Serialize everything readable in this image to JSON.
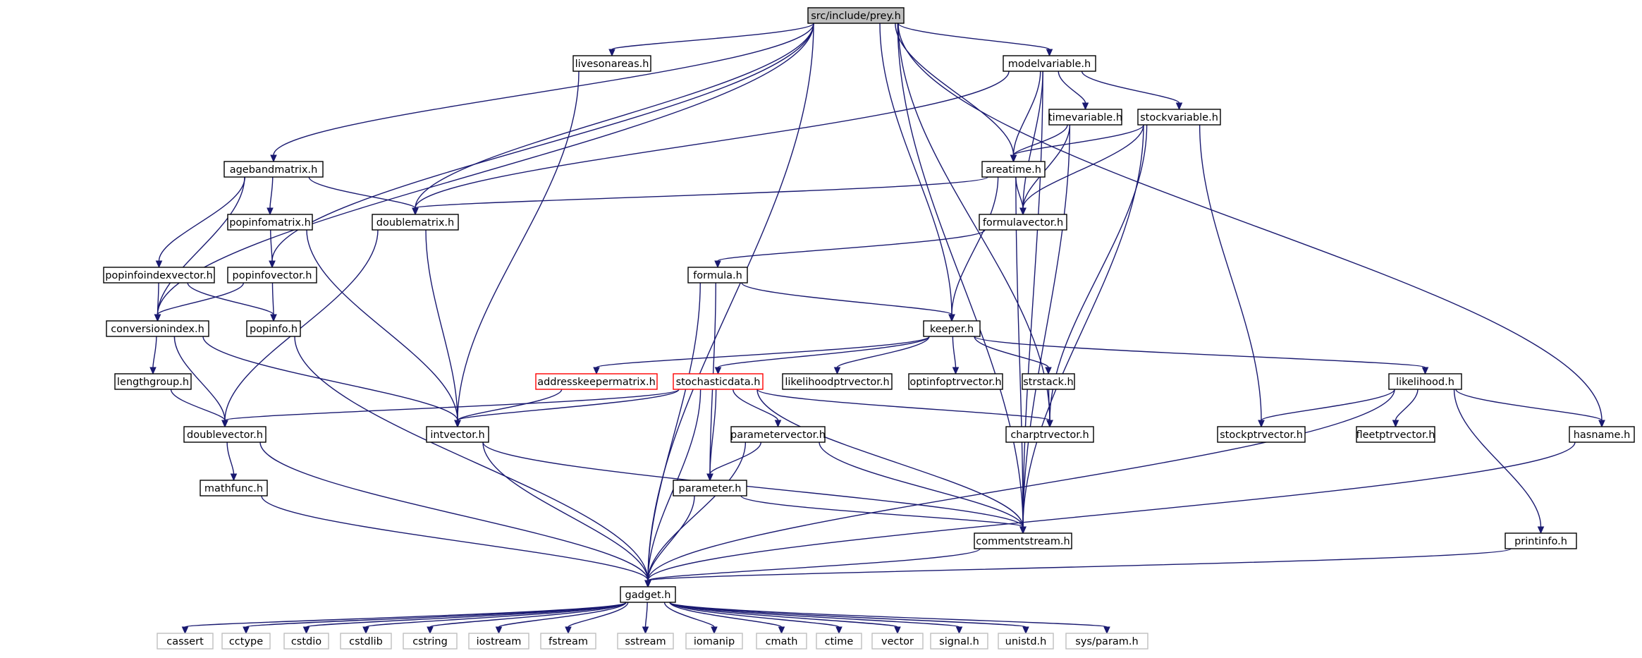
{
  "colors": {
    "edge": "#191970",
    "node_border": "#000000",
    "root_fill": "#bfbfbf",
    "truncated_border": "#ff0000",
    "system_border": "#bfbfbf",
    "text": "#000000"
  },
  "nodes": [
    {
      "id": "prey",
      "label": "src/include/prey.h",
      "style": "root"
    },
    {
      "id": "livesonareas",
      "label": "livesonareas.h",
      "style": "normal"
    },
    {
      "id": "modelvariable",
      "label": "modelvariable.h",
      "style": "normal"
    },
    {
      "id": "agebandmatrix",
      "label": "agebandmatrix.h",
      "style": "normal"
    },
    {
      "id": "timevariable",
      "label": "timevariable.h",
      "style": "normal"
    },
    {
      "id": "stockvariable",
      "label": "stockvariable.h",
      "style": "normal"
    },
    {
      "id": "areatime",
      "label": "areatime.h",
      "style": "normal"
    },
    {
      "id": "popinfomatrix",
      "label": "popinfomatrix.h",
      "style": "normal"
    },
    {
      "id": "doublematrix",
      "label": "doublematrix.h",
      "style": "normal"
    },
    {
      "id": "formulavector",
      "label": "formulavector.h",
      "style": "normal"
    },
    {
      "id": "popinfoindexvector",
      "label": "popinfoindexvector.h",
      "style": "normal"
    },
    {
      "id": "popinfovector",
      "label": "popinfovector.h",
      "style": "normal"
    },
    {
      "id": "formula",
      "label": "formula.h",
      "style": "normal"
    },
    {
      "id": "conversionindex",
      "label": "conversionindex.h",
      "style": "normal"
    },
    {
      "id": "popinfo",
      "label": "popinfo.h",
      "style": "normal"
    },
    {
      "id": "keeper",
      "label": "keeper.h",
      "style": "normal"
    },
    {
      "id": "lengthgroup",
      "label": "lengthgroup.h",
      "style": "normal"
    },
    {
      "id": "addresskeepermatrix",
      "label": "addresskeepermatrix.h",
      "style": "truncated"
    },
    {
      "id": "stochasticdata",
      "label": "stochasticdata.h",
      "style": "truncated"
    },
    {
      "id": "likelihoodptrvector",
      "label": "likelihoodptrvector.h",
      "style": "normal"
    },
    {
      "id": "optinfoptrvector",
      "label": "optinfoptrvector.h",
      "style": "normal"
    },
    {
      "id": "strstack",
      "label": "strstack.h",
      "style": "normal"
    },
    {
      "id": "likelihood",
      "label": "likelihood.h",
      "style": "normal"
    },
    {
      "id": "doublevector",
      "label": "doublevector.h",
      "style": "normal"
    },
    {
      "id": "intvector",
      "label": "intvector.h",
      "style": "normal"
    },
    {
      "id": "parametervector",
      "label": "parametervector.h",
      "style": "normal"
    },
    {
      "id": "charptrvector",
      "label": "charptrvector.h",
      "style": "normal"
    },
    {
      "id": "stockptrvector",
      "label": "stockptrvector.h",
      "style": "normal"
    },
    {
      "id": "fleetptrvector",
      "label": "fleetptrvector.h",
      "style": "normal"
    },
    {
      "id": "hasname",
      "label": "hasname.h",
      "style": "normal"
    },
    {
      "id": "mathfunc",
      "label": "mathfunc.h",
      "style": "normal"
    },
    {
      "id": "parameter",
      "label": "parameter.h",
      "style": "normal"
    },
    {
      "id": "commentstream",
      "label": "commentstream.h",
      "style": "normal"
    },
    {
      "id": "printinfo",
      "label": "printinfo.h",
      "style": "normal"
    },
    {
      "id": "gadget",
      "label": "gadget.h",
      "style": "normal"
    },
    {
      "id": "cassert",
      "label": "cassert",
      "style": "system"
    },
    {
      "id": "cctype",
      "label": "cctype",
      "style": "system"
    },
    {
      "id": "cstdio",
      "label": "cstdio",
      "style": "system"
    },
    {
      "id": "cstdlib",
      "label": "cstdlib",
      "style": "system"
    },
    {
      "id": "cstring",
      "label": "cstring",
      "style": "system"
    },
    {
      "id": "iostream",
      "label": "iostream",
      "style": "system"
    },
    {
      "id": "fstream",
      "label": "fstream",
      "style": "system"
    },
    {
      "id": "sstream",
      "label": "sstream",
      "style": "system"
    },
    {
      "id": "iomanip",
      "label": "iomanip",
      "style": "system"
    },
    {
      "id": "cmath",
      "label": "cmath",
      "style": "system"
    },
    {
      "id": "ctime",
      "label": "ctime",
      "style": "system"
    },
    {
      "id": "vector",
      "label": "vector",
      "style": "system"
    },
    {
      "id": "signal",
      "label": "signal.h",
      "style": "system"
    },
    {
      "id": "unistd",
      "label": "unistd.h",
      "style": "system"
    },
    {
      "id": "sysparam",
      "label": "sys/param.h",
      "style": "system"
    }
  ],
  "edges": [
    [
      "prey",
      "livesonareas"
    ],
    [
      "prey",
      "modelvariable"
    ],
    [
      "prey",
      "agebandmatrix"
    ],
    [
      "prey",
      "doublematrix"
    ],
    [
      "prey",
      "areatime"
    ],
    [
      "prey",
      "popinfovector"
    ],
    [
      "prey",
      "conversionindex"
    ],
    [
      "prey",
      "keeper"
    ],
    [
      "prey",
      "charptrvector"
    ],
    [
      "prey",
      "commentstream"
    ],
    [
      "prey",
      "hasname"
    ],
    [
      "prey",
      "gadget"
    ],
    [
      "livesonareas",
      "intvector"
    ],
    [
      "modelvariable",
      "timevariable"
    ],
    [
      "modelvariable",
      "stockvariable"
    ],
    [
      "modelvariable",
      "areatime"
    ],
    [
      "modelvariable",
      "formulavector"
    ],
    [
      "modelvariable",
      "doublematrix"
    ],
    [
      "modelvariable",
      "commentstream"
    ],
    [
      "timevariable",
      "areatime"
    ],
    [
      "timevariable",
      "formulavector"
    ],
    [
      "timevariable",
      "commentstream"
    ],
    [
      "stockvariable",
      "areatime"
    ],
    [
      "stockvariable",
      "formulavector"
    ],
    [
      "stockvariable",
      "charptrvector"
    ],
    [
      "stockvariable",
      "stockptrvector"
    ],
    [
      "stockvariable",
      "commentstream"
    ],
    [
      "areatime",
      "doublematrix"
    ],
    [
      "areatime",
      "formulavector"
    ],
    [
      "areatime",
      "keeper"
    ],
    [
      "areatime",
      "commentstream"
    ],
    [
      "agebandmatrix",
      "popinfomatrix"
    ],
    [
      "agebandmatrix",
      "doublematrix"
    ],
    [
      "agebandmatrix",
      "popinfoindexvector"
    ],
    [
      "agebandmatrix",
      "conversionindex"
    ],
    [
      "popinfomatrix",
      "popinfovector"
    ],
    [
      "popinfomatrix",
      "intvector"
    ],
    [
      "doublematrix",
      "doublevector"
    ],
    [
      "doublematrix",
      "intvector"
    ],
    [
      "formulavector",
      "formula"
    ],
    [
      "popinfoindexvector",
      "conversionindex"
    ],
    [
      "popinfoindexvector",
      "popinfo"
    ],
    [
      "popinfovector",
      "conversionindex"
    ],
    [
      "popinfovector",
      "popinfo"
    ],
    [
      "formula",
      "keeper"
    ],
    [
      "formula",
      "parameter"
    ],
    [
      "formula",
      "gadget"
    ],
    [
      "conversionindex",
      "lengthgroup"
    ],
    [
      "conversionindex",
      "doublevector"
    ],
    [
      "conversionindex",
      "intvector"
    ],
    [
      "popinfo",
      "gadget"
    ],
    [
      "keeper",
      "addresskeepermatrix"
    ],
    [
      "keeper",
      "stochasticdata"
    ],
    [
      "keeper",
      "likelihoodptrvector"
    ],
    [
      "keeper",
      "optinfoptrvector"
    ],
    [
      "keeper",
      "strstack"
    ],
    [
      "keeper",
      "likelihood"
    ],
    [
      "lengthgroup",
      "doublevector"
    ],
    [
      "addresskeepermatrix",
      "intvector"
    ],
    [
      "stochasticdata",
      "doublevector"
    ],
    [
      "stochasticdata",
      "intvector"
    ],
    [
      "stochasticdata",
      "parametervector"
    ],
    [
      "stochasticdata",
      "parameter"
    ],
    [
      "stochasticdata",
      "charptrvector"
    ],
    [
      "stochasticdata",
      "commentstream"
    ],
    [
      "stochasticdata",
      "gadget"
    ],
    [
      "strstack",
      "charptrvector"
    ],
    [
      "likelihood",
      "stockptrvector"
    ],
    [
      "likelihood",
      "fleetptrvector"
    ],
    [
      "likelihood",
      "hasname"
    ],
    [
      "likelihood",
      "printinfo"
    ],
    [
      "likelihood",
      "gadget"
    ],
    [
      "doublevector",
      "mathfunc"
    ],
    [
      "doublevector",
      "gadget"
    ],
    [
      "intvector",
      "commentstream"
    ],
    [
      "intvector",
      "gadget"
    ],
    [
      "parametervector",
      "parameter"
    ],
    [
      "parametervector",
      "commentstream"
    ],
    [
      "parametervector",
      "gadget"
    ],
    [
      "mathfunc",
      "gadget"
    ],
    [
      "parameter",
      "commentstream"
    ],
    [
      "parameter",
      "gadget"
    ],
    [
      "commentstream",
      "gadget"
    ],
    [
      "printinfo",
      "gadget"
    ],
    [
      "hasname",
      "gadget"
    ],
    [
      "gadget",
      "cassert"
    ],
    [
      "gadget",
      "cctype"
    ],
    [
      "gadget",
      "cstdio"
    ],
    [
      "gadget",
      "cstdlib"
    ],
    [
      "gadget",
      "cstring"
    ],
    [
      "gadget",
      "iostream"
    ],
    [
      "gadget",
      "fstream"
    ],
    [
      "gadget",
      "sstream"
    ],
    [
      "gadget",
      "iomanip"
    ],
    [
      "gadget",
      "cmath"
    ],
    [
      "gadget",
      "ctime"
    ],
    [
      "gadget",
      "vector"
    ],
    [
      "gadget",
      "signal"
    ],
    [
      "gadget",
      "unistd"
    ],
    [
      "gadget",
      "sysparam"
    ]
  ]
}
